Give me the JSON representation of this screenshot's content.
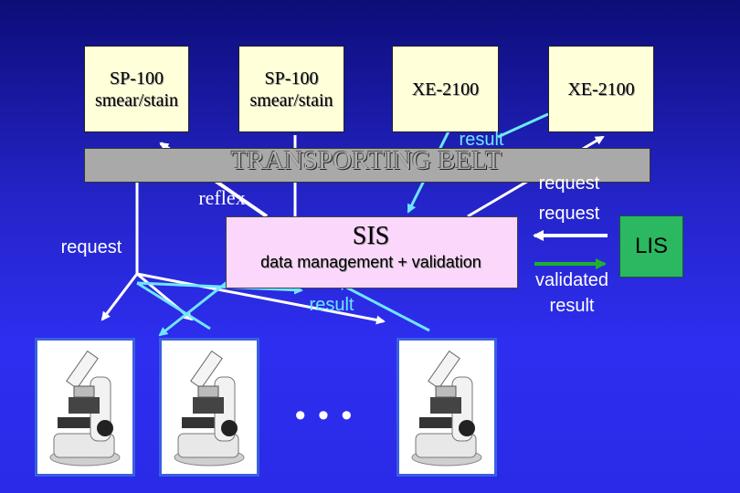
{
  "instruments": [
    {
      "line1": "SP-100",
      "line2": "smear/stain"
    },
    {
      "line1": "SP-100",
      "line2": "smear/stain"
    },
    {
      "line1": "XE-2100",
      "line2": ""
    },
    {
      "line1": "XE-2100",
      "line2": ""
    }
  ],
  "belt_label": "TRANSPORTING BELT",
  "sis": {
    "title": "SIS",
    "subtitle": "data management + validation"
  },
  "lis": {
    "label": "LIS"
  },
  "labels": {
    "result_top": "result",
    "reflex": "reflex",
    "request_left": "request",
    "request_right_1": "request",
    "request_right_2": "request",
    "result_mid": "result",
    "validated_1": "validated",
    "validated_2": "result",
    "ellipsis": "• • •"
  },
  "icons": [
    "microscope-icon",
    "microscope-icon",
    "microscope-icon"
  ],
  "colors": {
    "background": "#2424c8",
    "box_fill": "#ffffd9",
    "sis_fill": "#fcd7fc",
    "lis_fill": "#2bb861",
    "arrow_cyan": "#6fe6ff",
    "arrow_green": "#1fb12c",
    "arrow_white": "#ffffff"
  }
}
